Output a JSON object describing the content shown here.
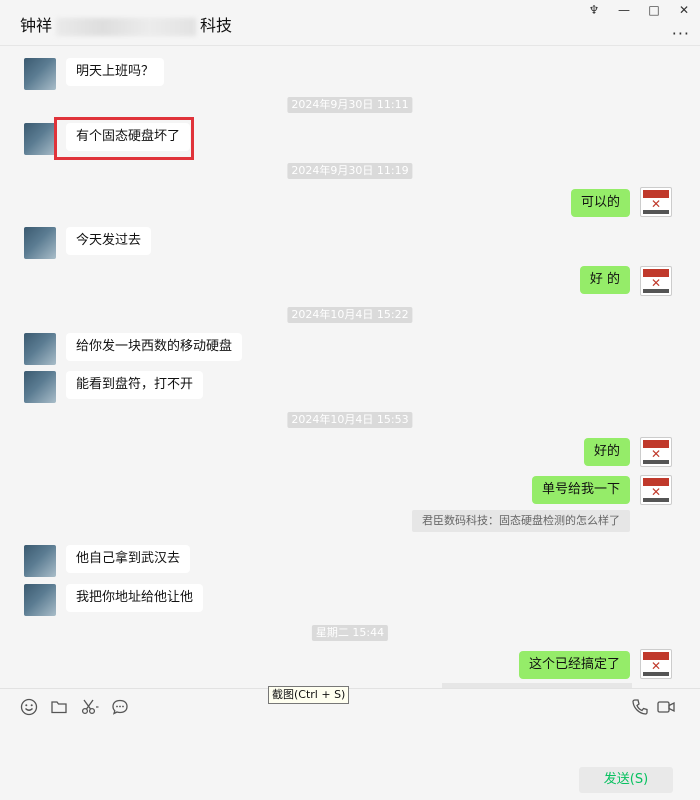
{
  "header": {
    "title_start": "钟祥",
    "title_end": "科技",
    "controls": {
      "pin": "♆",
      "minimize": "—",
      "maximize": "□",
      "close": "✕",
      "more": "···"
    }
  },
  "messages": [
    {
      "side": "left",
      "text": "明天上班吗？"
    },
    {
      "time": "2024年9月30日 11:11"
    },
    {
      "side": "left",
      "text": "有个固态硬盘坏了"
    },
    {
      "time": "2024年9月30日 11:19"
    },
    {
      "side": "right",
      "text": "可以的"
    },
    {
      "side": "left",
      "text": "今天发过去"
    },
    {
      "side": "right",
      "text": "好 的"
    },
    {
      "time": "2024年10月4日 15:22"
    },
    {
      "side": "left",
      "text": "给你发一块西数的移动硬盘"
    },
    {
      "side": "left",
      "text": "能看到盘符，打不开"
    },
    {
      "time": "2024年10月4日 15:53"
    },
    {
      "side": "right",
      "text": "好的"
    },
    {
      "side": "right",
      "text": "单号给我一下"
    },
    {
      "quote": "君臣数码科技：固态硬盘检测的怎么样了"
    },
    {
      "side": "left",
      "text": "他自己拿到武汉去"
    },
    {
      "side": "left",
      "text": "我把你地址给他让他"
    },
    {
      "time": "星期二 15:44"
    },
    {
      "side": "right",
      "text": "这个已经搞定了"
    }
  ],
  "toolbar": {
    "tooltip": "截图(Ctrl + S)",
    "send_label": "发送(S)"
  },
  "colors": {
    "self_bubble": "#95ec69",
    "other_bubble": "#ffffff",
    "highlight": "#e0333a",
    "send_text": "#07c160"
  }
}
